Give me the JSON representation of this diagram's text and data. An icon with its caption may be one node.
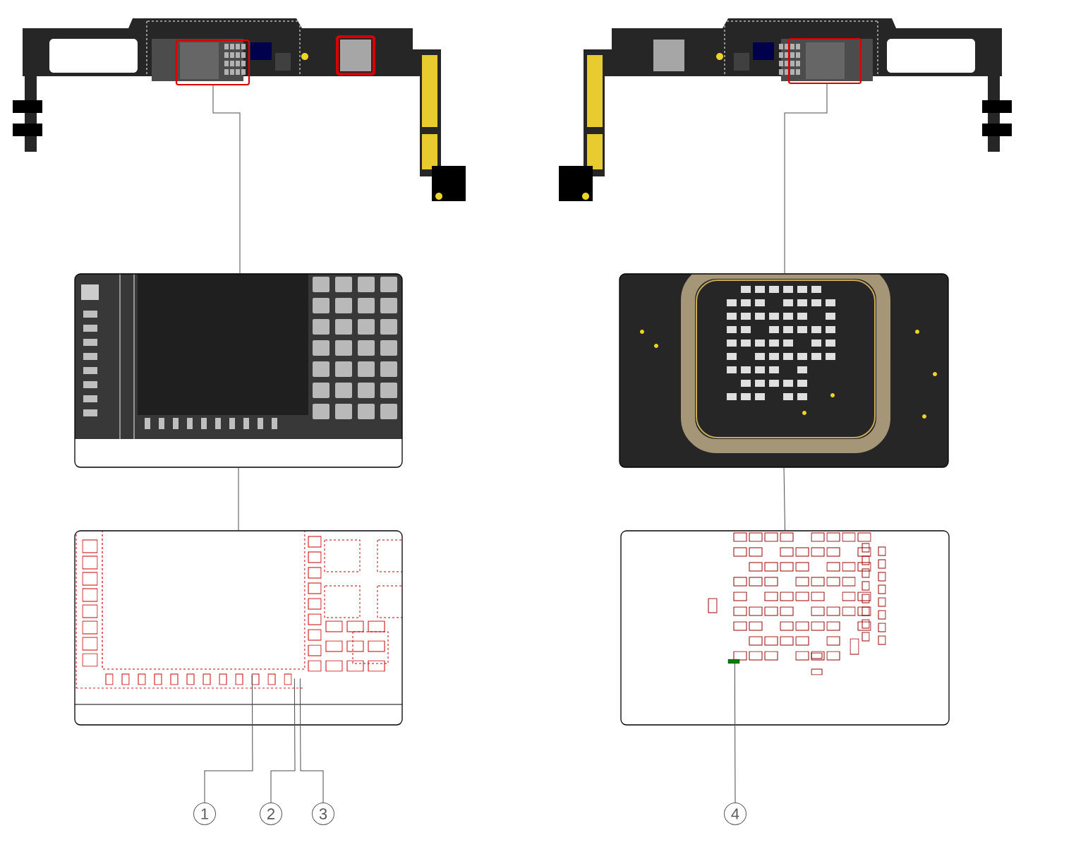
{
  "diagram": {
    "nodes": [
      {
        "text": [],
        "shape": "picture"
      },
      {
        "text": [],
        "shape": "box",
        "in": 0
      },
      {
        "text": [],
        "shape": "box",
        "in": 0
      },
      {
        "text": [],
        "shape": "picture"
      },
      {
        "text": [],
        "shape": "box",
        "in": 3
      },
      {
        "text": [],
        "shape": "picture"
      },
      {
        "text": [],
        "shape": "picture"
      },
      {
        "text": [],
        "shape": "picture"
      },
      {
        "text": [],
        "shape": "picture"
      },
      {
        "text": [
          "1"
        ]
      },
      {
        "text": [
          "2"
        ]
      },
      {
        "text": [
          "3"
        ]
      },
      {
        "text": [
          "4"
        ]
      }
    ],
    "edges": [
      {
        "from": 1,
        "to": 5,
        "arrow": "none"
      },
      {
        "from": 5,
        "to": 7,
        "arrow": "none"
      },
      {
        "from": 4,
        "to": 6,
        "arrow": "none"
      },
      {
        "from": 6,
        "to": 8,
        "arrow": "none"
      },
      {
        "from": 9,
        "to": 7,
        "arrow": "none"
      },
      {
        "from": 10,
        "to": 7,
        "arrow": "none"
      },
      {
        "from": 11,
        "to": 7,
        "arrow": "none"
      },
      {
        "from": 12,
        "to": 8,
        "arrow": "none"
      }
    ]
  }
}
